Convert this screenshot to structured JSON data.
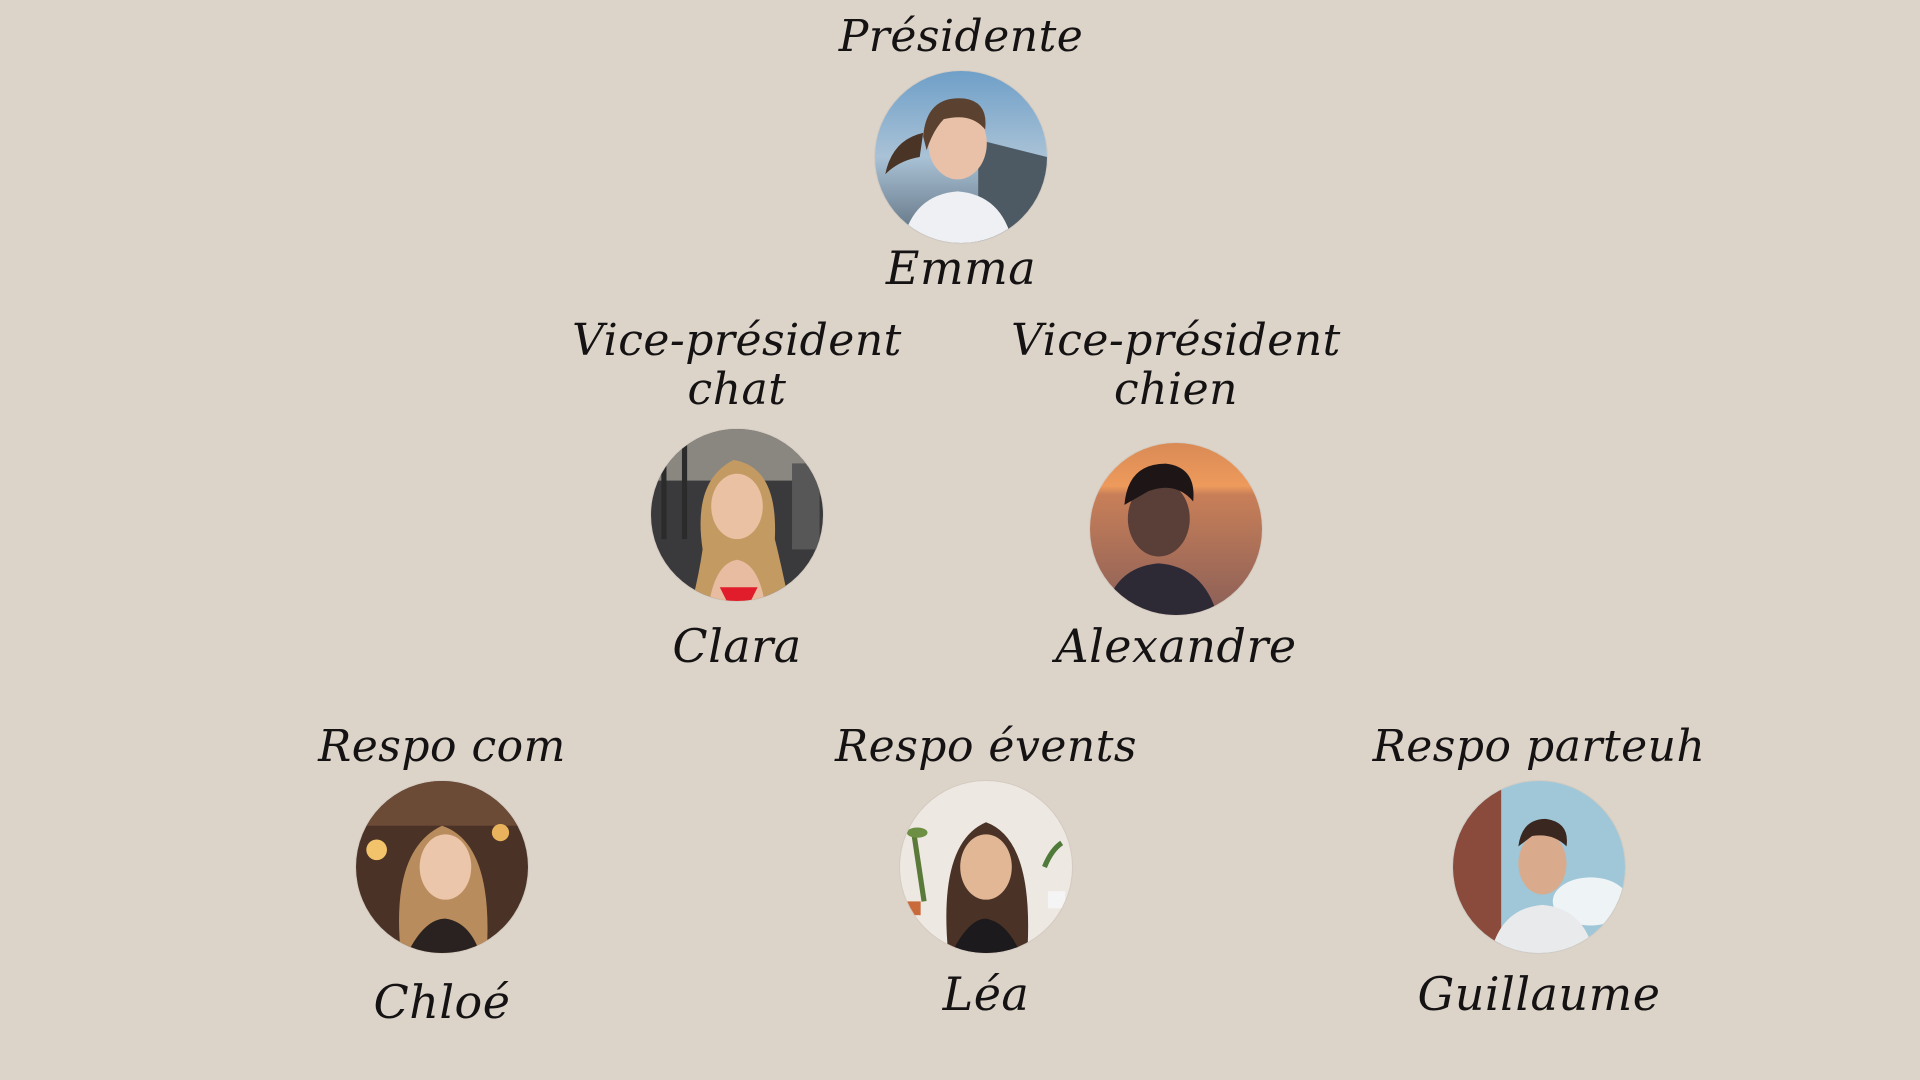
{
  "members": [
    {
      "role_lines": [
        "Présidente"
      ],
      "name": "Emma",
      "avatar": "portrait-photo"
    },
    {
      "role_lines": [
        "Vice-président",
        "chat"
      ],
      "name": "Clara",
      "avatar": "portrait-photo"
    },
    {
      "role_lines": [
        "Vice-président",
        "chien"
      ],
      "name": "Alexandre",
      "avatar": "portrait-photo"
    },
    {
      "role_lines": [
        "Respo  com"
      ],
      "name": "Chloé",
      "avatar": "portrait-photo"
    },
    {
      "role_lines": [
        "Respo  évents"
      ],
      "name": "Léa",
      "avatar": "portrait-photo"
    },
    {
      "role_lines": [
        "Respo parteuh"
      ],
      "name": "Guillaume",
      "avatar": "portrait-photo"
    }
  ],
  "colors": {
    "background": "#dcd3c9",
    "text": "#141212"
  }
}
